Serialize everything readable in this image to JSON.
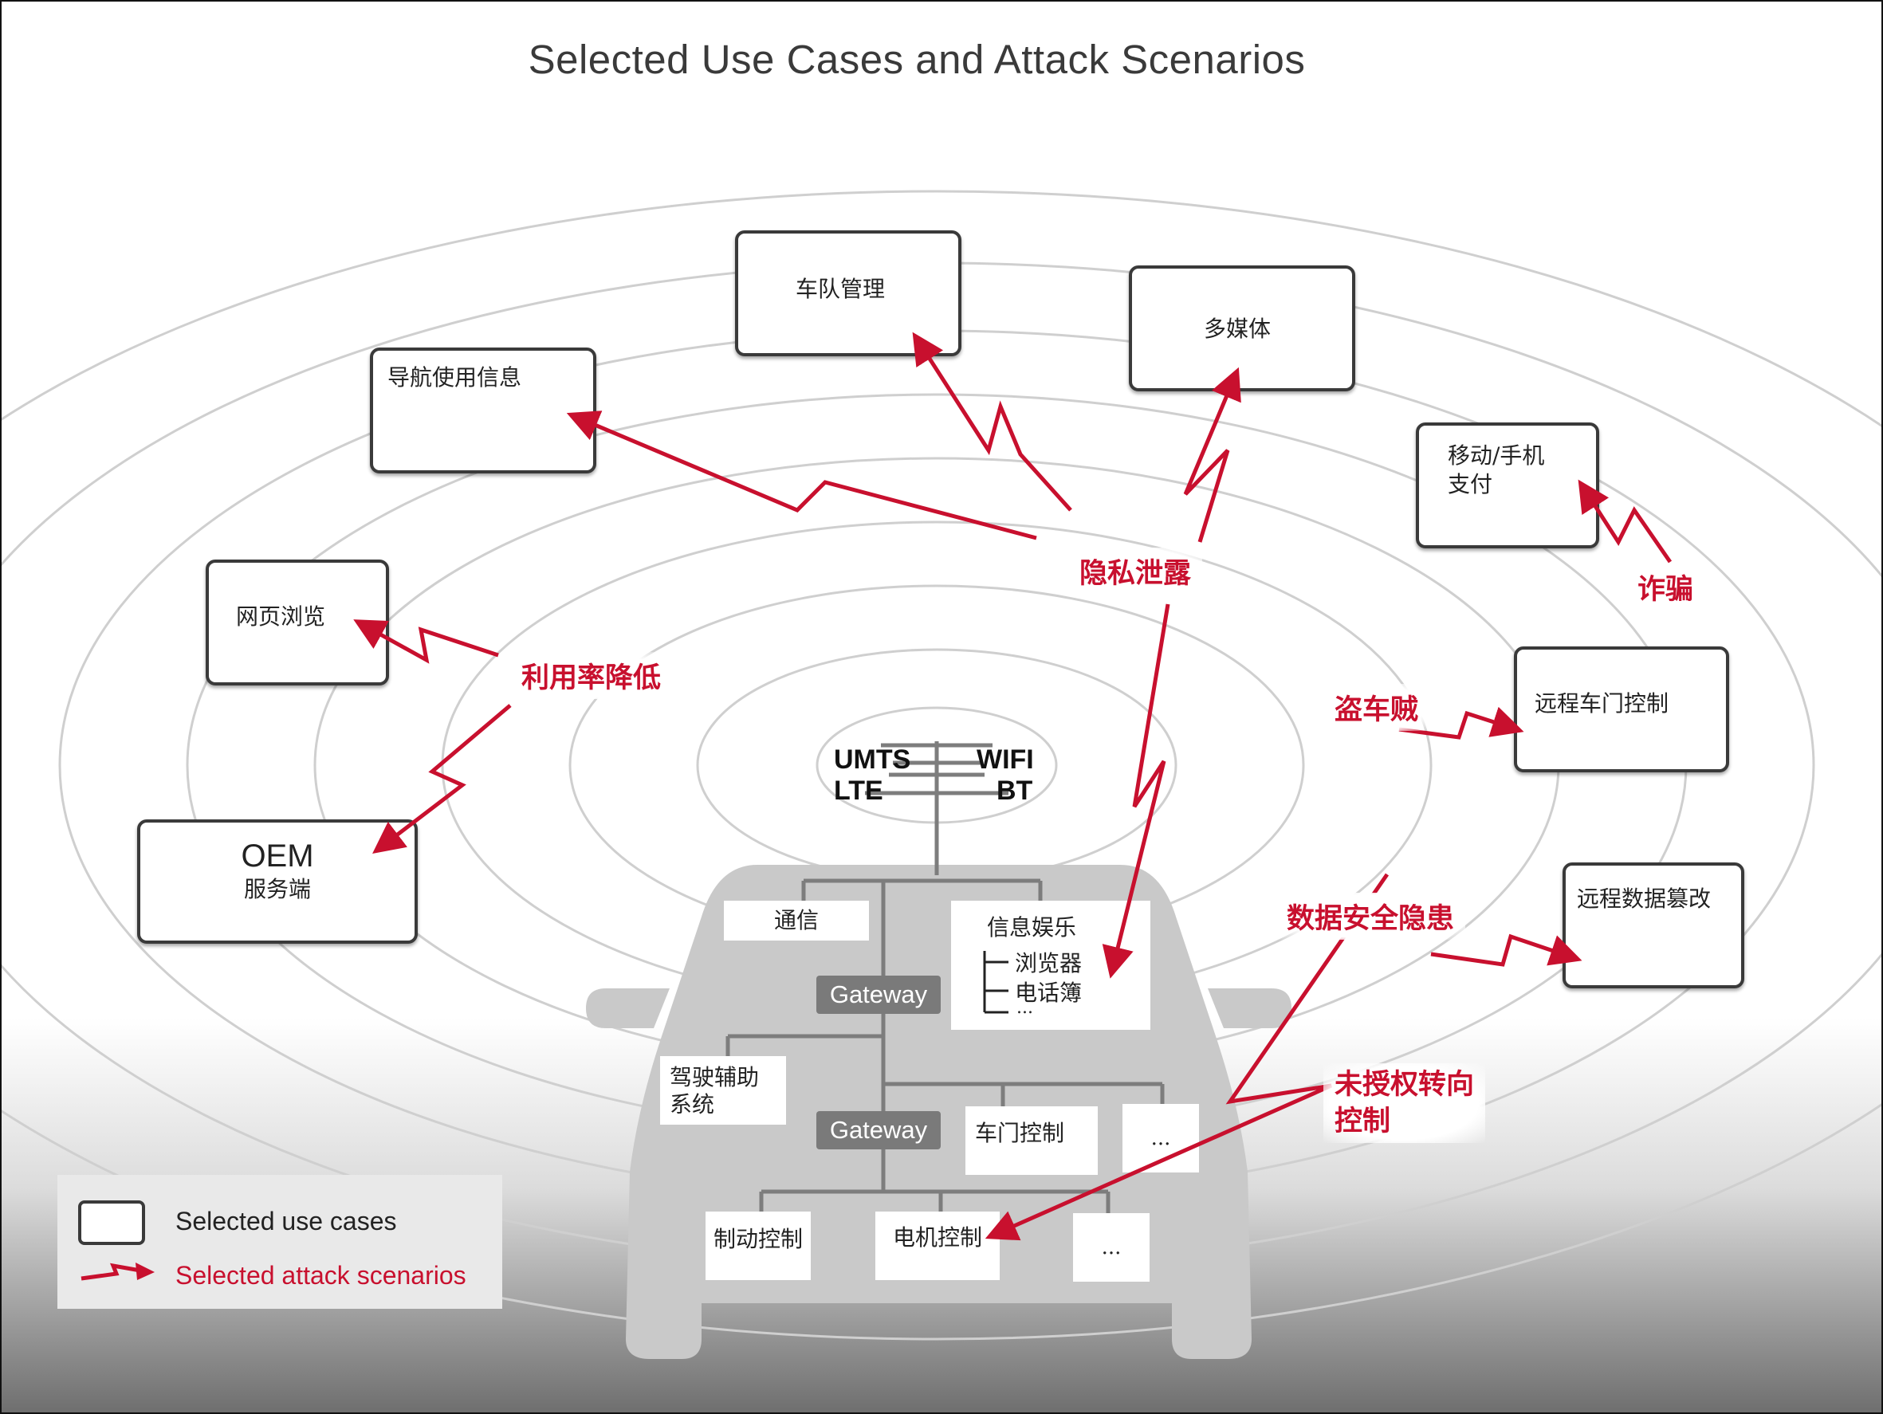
{
  "title": "Selected Use Cases and Attack Scenarios",
  "colors": {
    "attack": "#c8102e",
    "box_border": "#3a3a3a",
    "car": "#c9c9c9",
    "gateway": "#7a7a7a",
    "rings": "#cfcfcf"
  },
  "use_cases": {
    "fleet": "车队管理",
    "multimedia": "多媒体",
    "nav": "导航使用信息",
    "payment_l1": "移动/手机",
    "payment_l2": "支付",
    "browsing": "网页浏览",
    "oem_l1": "OEM",
    "oem_l2": "服务端",
    "door_remote": "远程车门控制",
    "data_tamper": "远程数据篡改"
  },
  "attacks": {
    "privacy": "隐私泄露",
    "fraud": "诈骗",
    "utilization": "利用率降低",
    "theft": "盗车贼",
    "data_security": "数据安全隐患",
    "steering_l1": "未授权转向",
    "steering_l2": "控制"
  },
  "antenna": {
    "umts": "UMTS",
    "lte": "LTE",
    "wifi": "WIFI",
    "bt": "BT"
  },
  "car": {
    "comm": "通信",
    "infotainment": "信息娱乐",
    "info_items": [
      "浏览器",
      "电话簿",
      "..."
    ],
    "gateway1": "Gateway",
    "gateway2": "Gateway",
    "adas_l1": "驾驶辅助",
    "adas_l2": "系统",
    "door_ctrl": "车门控制",
    "ellipsis1": "...",
    "brake": "制动控制",
    "motor": "电机控制",
    "ellipsis2": "..."
  },
  "legend": {
    "use_cases": "Selected use cases",
    "attack_scenarios": "Selected attack scenarios"
  }
}
